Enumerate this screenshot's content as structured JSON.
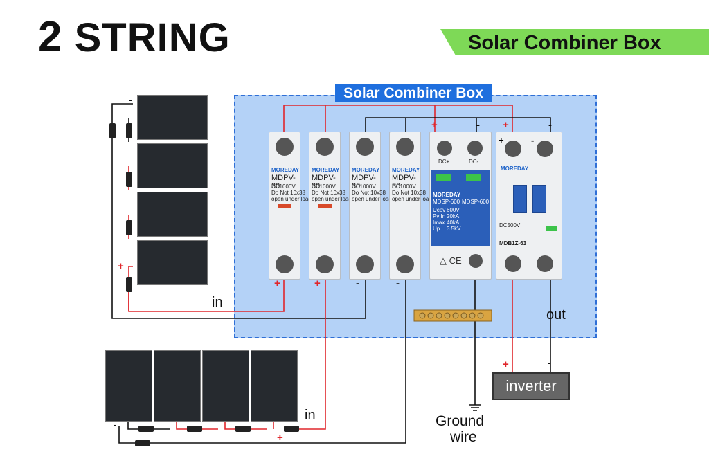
{
  "title": {
    "number": "2",
    "word": "STRING"
  },
  "banner": {
    "text": "Solar Combiner Box",
    "color": "#7ed957"
  },
  "box": {
    "label": "Solar Combiner Box",
    "fill": "#b4d2f7",
    "border": "#2f6fd6"
  },
  "fuses": [
    {
      "brand": "MOREDAY",
      "model": "MDPV-30",
      "spec1": "DC1000V",
      "spec2": "Do Not   10x38",
      "spec3": "open under load",
      "bottom_sign": "+"
    },
    {
      "brand": "MOREDAY",
      "model": "MDPV-30",
      "spec1": "DC1000V",
      "spec2": "Do Not   10x38",
      "spec3": "open under load",
      "bottom_sign": "+"
    },
    {
      "brand": "MOREDAY",
      "model": "MDPV-30",
      "spec1": "DC1000V",
      "spec2": "Do Not   10x38",
      "spec3": "open under load",
      "bottom_sign": "-"
    },
    {
      "brand": "MOREDAY",
      "model": "MDPV-30",
      "spec1": "DC1000V",
      "spec2": "Do Not   10x38",
      "spec3": "open under load",
      "bottom_sign": "-"
    }
  ],
  "spd": {
    "top_signs": [
      "+",
      "-"
    ],
    "terminals": [
      "DC+",
      "DC-"
    ],
    "brand": "MOREDAY",
    "model": "MDSP-600",
    "specs": [
      [
        "Ucpv",
        "600V"
      ],
      [
        "Pv In",
        "20kA"
      ],
      [
        "Imax",
        "40kA"
      ],
      [
        "Up",
        "3.5kV"
      ]
    ]
  },
  "breaker": {
    "top_signs": [
      "+",
      "-"
    ],
    "terminal_signs": [
      "+",
      "-"
    ],
    "brand": "MOREDAY",
    "model": "MDB1Z-63",
    "spec": "DC500V"
  },
  "labels": {
    "in_top": "in",
    "in_bottom": "in",
    "out": "out",
    "inverter": "inverter",
    "ground_line1": "Ground",
    "ground_line2": "wire",
    "neg": "-",
    "pos": "+"
  },
  "wire_colors": {
    "positive": "#e0262b",
    "negative": "#111111"
  }
}
